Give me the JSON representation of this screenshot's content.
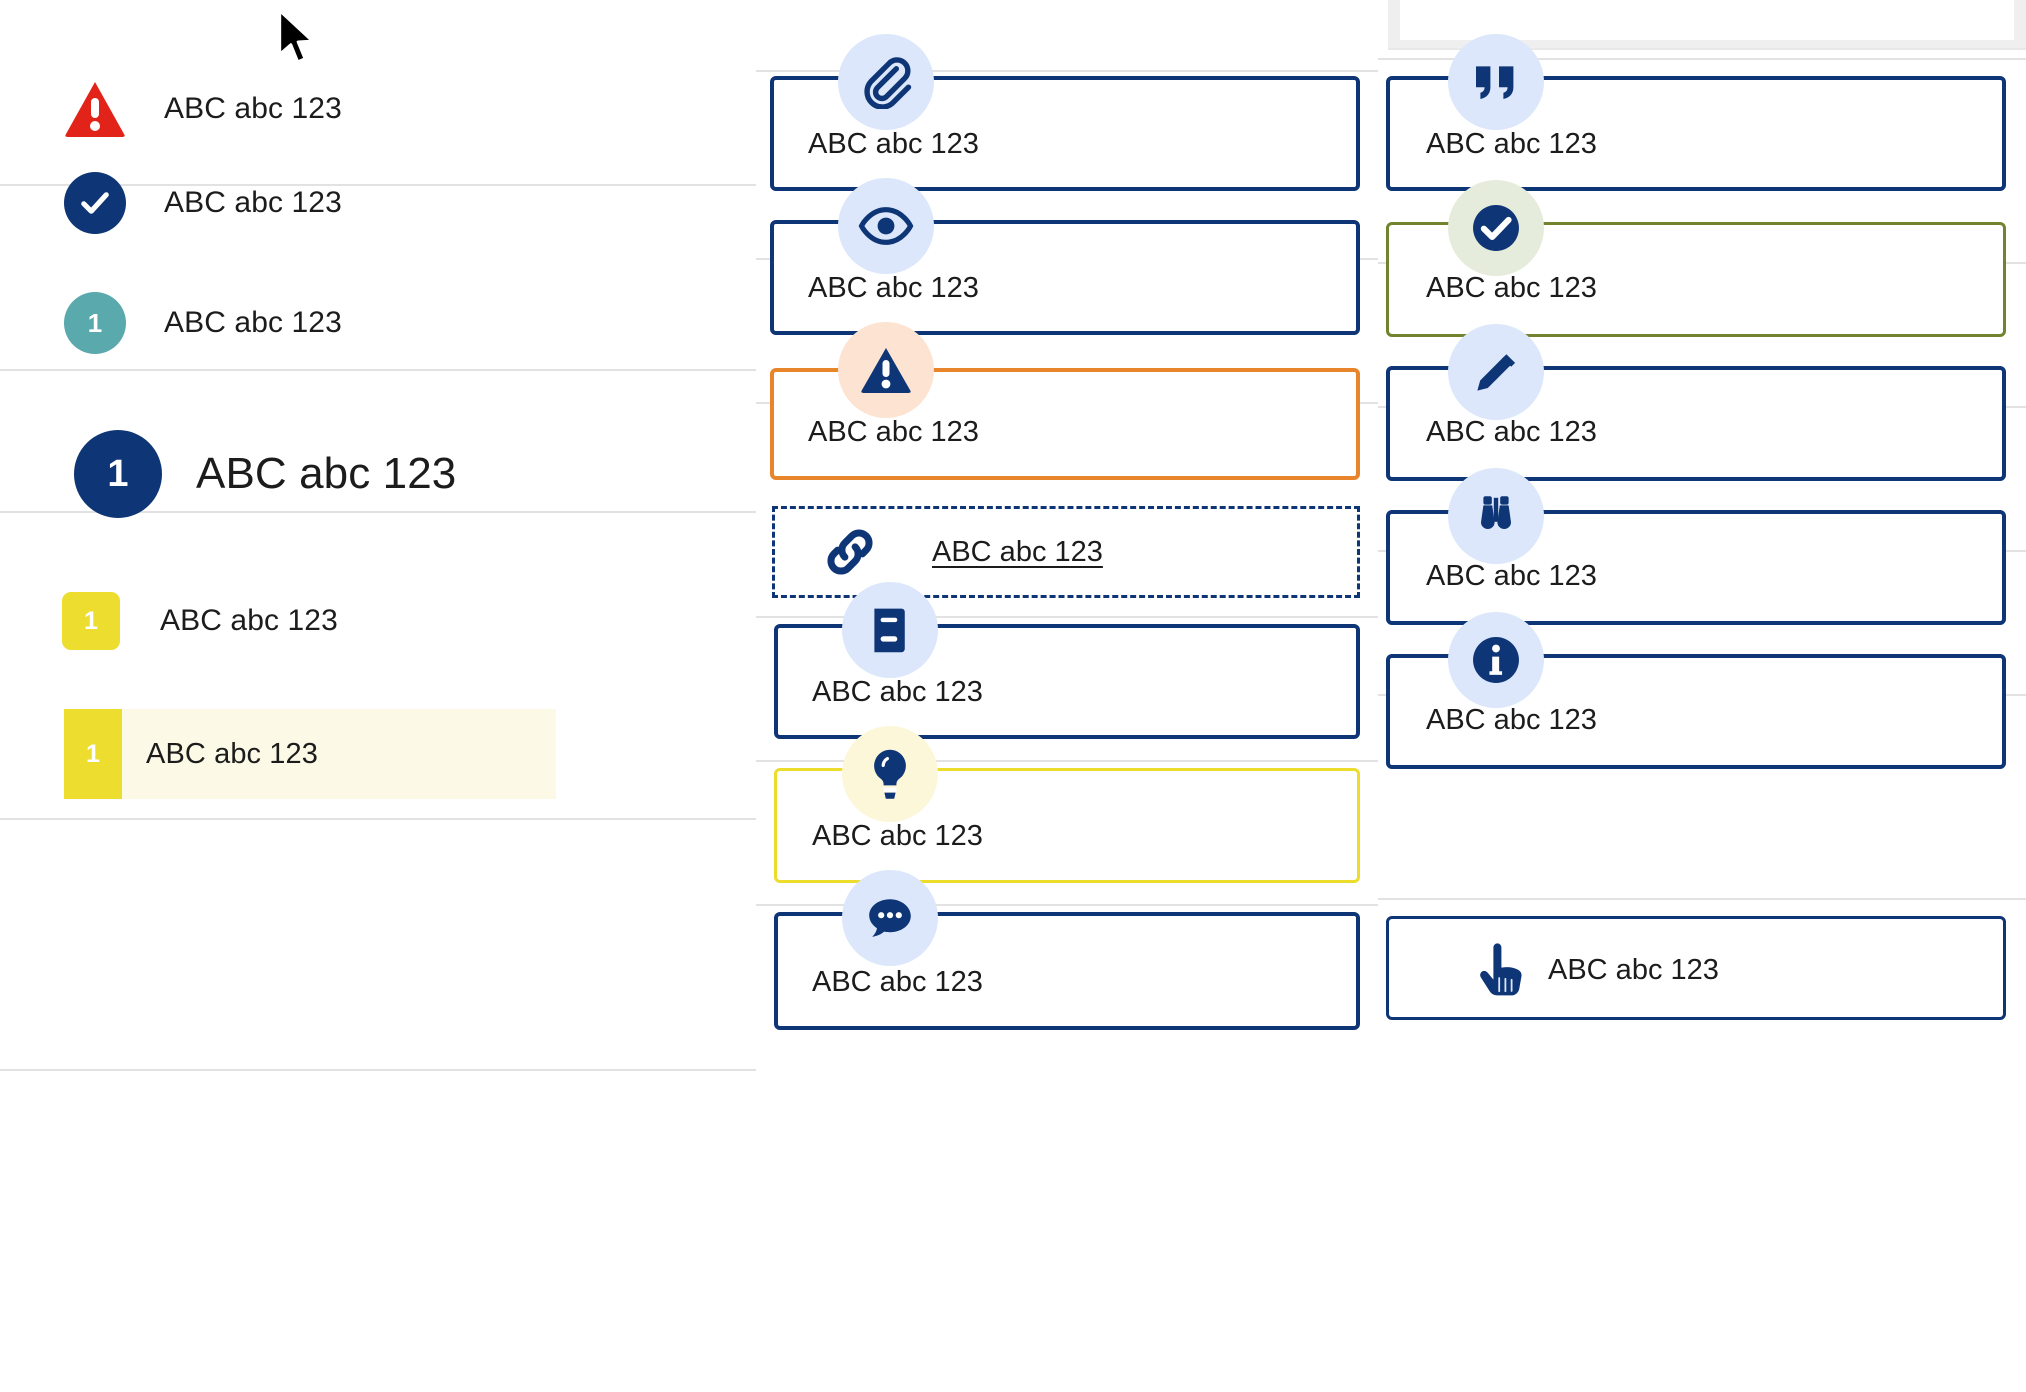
{
  "sidebar": {
    "rows": [
      {
        "id": "alert-error",
        "badge": "warning-triangle-red",
        "label": "ABC abc 123",
        "value": ""
      },
      {
        "id": "status-success",
        "badge": "check-circle-navy",
        "label": "ABC abc 123",
        "value": ""
      },
      {
        "id": "count-teal",
        "badge": "number-circle-teal",
        "label": "ABC abc 123",
        "value": "1"
      },
      {
        "id": "count-navy-lg",
        "badge": "number-circle-navy",
        "label": "ABC abc 123",
        "value": "1"
      },
      {
        "id": "count-yellow",
        "badge": "number-square-yellow",
        "label": "ABC abc 123",
        "value": "1"
      },
      {
        "id": "count-yellow-hl",
        "badge": "number-bar-yellow",
        "label": "ABC abc 123",
        "value": "1"
      }
    ]
  },
  "middle_column": {
    "cards": [
      {
        "id": "attachment",
        "icon": "paperclip-icon",
        "label": "ABC abc 123",
        "border": "#0e3575",
        "chip": "#dce7fb",
        "style": "solid"
      },
      {
        "id": "preview",
        "icon": "eye-icon",
        "label": "ABC abc 123",
        "border": "#0e3575",
        "chip": "#dce7fb",
        "style": "solid"
      },
      {
        "id": "warning",
        "icon": "warning-triangle-icon",
        "label": "ABC abc 123",
        "border": "#e8842a",
        "chip": "#fde3d1",
        "style": "solid"
      },
      {
        "id": "link",
        "icon": "chain-link-icon",
        "label": "ABC abc 123",
        "border": "#0e3575",
        "chip": "none",
        "style": "dashed"
      },
      {
        "id": "book",
        "icon": "book-icon",
        "label": "ABC abc 123",
        "border": "#0e3575",
        "chip": "#dce7fb",
        "style": "solid"
      },
      {
        "id": "idea",
        "icon": "lightbulb-icon",
        "label": "ABC abc 123",
        "border": "#ecdc2b",
        "chip": "#fdf7da",
        "style": "solid"
      },
      {
        "id": "comment",
        "icon": "chat-bubble-icon",
        "label": "ABC abc 123",
        "border": "#0e3575",
        "chip": "#dce7fb",
        "style": "solid"
      }
    ]
  },
  "right_column": {
    "cards": [
      {
        "id": "quote",
        "icon": "quote-icon",
        "label": "ABC abc 123",
        "border": "#0e3575",
        "chip": "#dce7fb",
        "style": "solid"
      },
      {
        "id": "approved",
        "icon": "check-circle-icon",
        "label": "ABC abc 123",
        "border": "#72832f",
        "chip": "#e6ecdb",
        "style": "solid"
      },
      {
        "id": "edit",
        "icon": "pencil-icon",
        "label": "ABC abc 123",
        "border": "#0e3575",
        "chip": "#dce7fb",
        "style": "solid"
      },
      {
        "id": "observe",
        "icon": "binoculars-icon",
        "label": "ABC abc 123",
        "border": "#0e3575",
        "chip": "#dce7fb",
        "style": "solid"
      },
      {
        "id": "info",
        "icon": "info-circle-icon",
        "label": "ABC abc 123",
        "border": "#0e3575",
        "chip": "#dce7fb",
        "style": "solid"
      },
      {
        "id": "action",
        "icon": "pointing-hand-icon",
        "label": "ABC abc 123",
        "border": "#0e3575",
        "chip": "none",
        "style": "solid"
      }
    ]
  },
  "colors": {
    "navy": "#0e3575",
    "red": "#e2231a",
    "teal": "#5aa9ad",
    "yellow": "#eddd2e",
    "orange": "#e8842a",
    "olive": "#72832f",
    "chip_blue": "#dce7fb",
    "chip_peach": "#fde3d1",
    "chip_mint": "#e6ecdb",
    "chip_cream": "#fdf7da",
    "highlight_bg": "#fcfae6",
    "divider": "#e2e2e2"
  }
}
